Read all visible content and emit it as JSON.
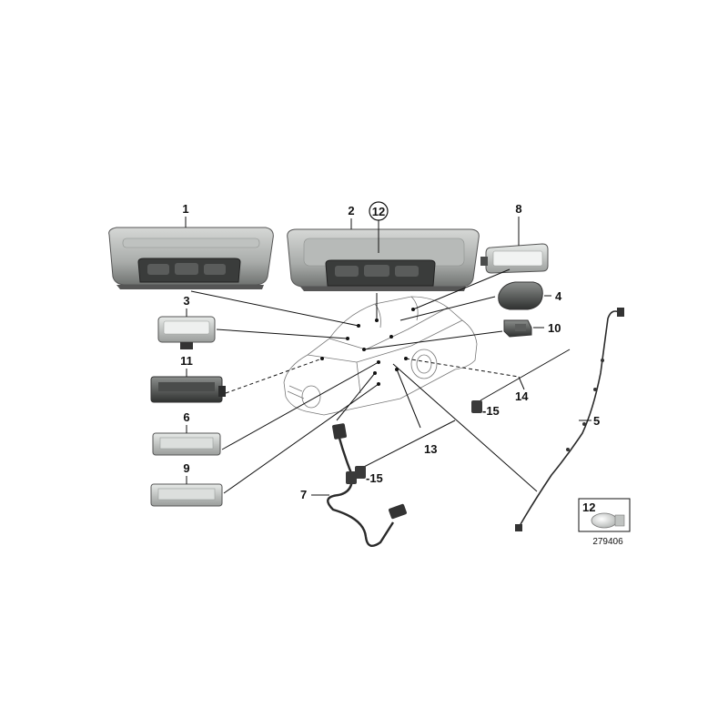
{
  "diagram": {
    "reference_number": "279406",
    "callouts": {
      "c1": "1",
      "c2": "2",
      "c3": "3",
      "c4": "4",
      "c5": "5",
      "c6": "6",
      "c7": "7",
      "c8": "8",
      "c9": "9",
      "c10": "10",
      "c11": "11",
      "c12_circled": "12",
      "c12_box": "12",
      "c13": "13",
      "c14": "14",
      "c15a": "-15",
      "c15b": "-15"
    },
    "colors": {
      "housing_light": "#c9ccca",
      "housing_dark": "#6e706f",
      "lens_dark": "#3c3e3d",
      "cable": "#2a2a2a"
    }
  }
}
